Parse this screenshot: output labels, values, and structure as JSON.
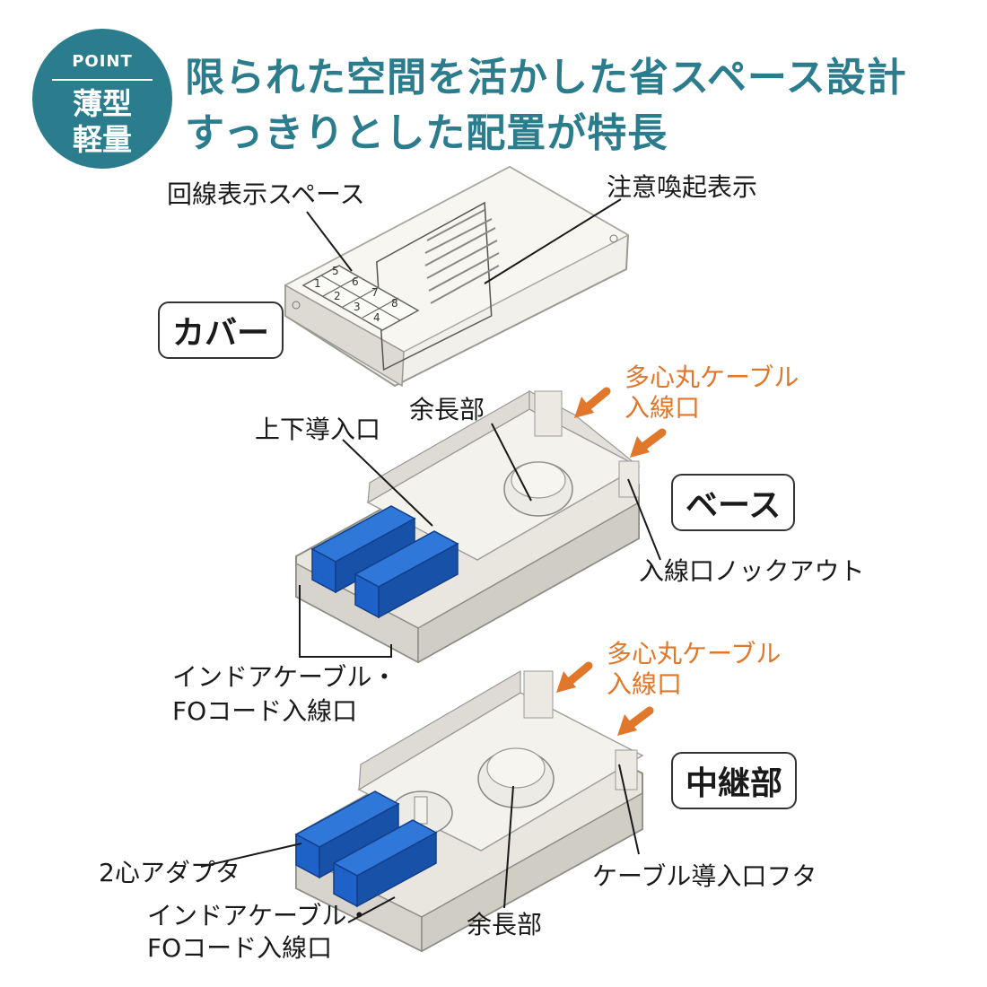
{
  "badge": {
    "point": "POINT",
    "tag_line1": "薄型",
    "tag_line2": "軽量"
  },
  "headline": {
    "line1": "限られた空間を活かした省スペース設計",
    "line2": "すっきりとした配置が特長"
  },
  "cover": {
    "title": "カバー",
    "display_space_label": "回線表示スペース",
    "caution_label": "注意喚起表示",
    "port_numbers": [
      "1",
      "2",
      "3",
      "4",
      "5",
      "6",
      "7",
      "8"
    ]
  },
  "base": {
    "title": "ベース",
    "slack_label": "余長部",
    "updown_inlet_label": "上下導入口",
    "multicore_label_line1": "多心丸ケーブル",
    "multicore_label_line2": "入線口",
    "knockout_label": "入線口ノックアウト",
    "indoor_label_line1": "インドアケーブル・",
    "indoor_label_line2": "FOコード入線口"
  },
  "relay": {
    "title": "中継部",
    "multicore_label_line1": "多心丸ケーブル",
    "multicore_label_line2": "入線口",
    "adapter_label": "2心アダプタ",
    "indoor_label_line1": "インドアケーブル・",
    "indoor_label_line2": "FOコード入線口",
    "slack_label": "余長部",
    "cable_lid_label": "ケーブル導入口フタ"
  },
  "colors": {
    "accent_teal": "#2b7c8c",
    "arrow_orange": "#e0772a",
    "adapter_blue": "#1e62c8",
    "body_gray": "#e8e6df"
  }
}
